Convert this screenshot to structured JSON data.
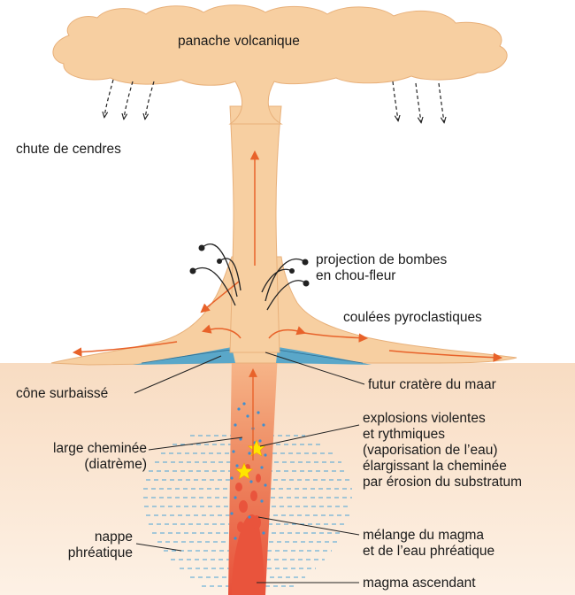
{
  "labels": {
    "plume": "panache volcanique",
    "ash_fall": "chute de cendres",
    "bombs_line1": "projection de bombes",
    "bombs_line2": "en chou-fleur",
    "pyroclastic": "coulées pyroclastiques",
    "cone": "cône surbaissé",
    "crater": "futur cratère du maar",
    "chimney_line1": "large cheminée",
    "chimney_line2": "(diatrème)",
    "explosions_line1": "explosions violentes",
    "explosions_line2": "et rythmiques",
    "explosions_line3": "(vaporisation de l’eau)",
    "explosions_line4": "élargissant la cheminée",
    "explosions_line5": "par érosion du substratum",
    "water_table_line1": "nappe",
    "water_table_line2": "phréatique",
    "mixing_line1": "mélange du magma",
    "mixing_line2": "et de l’eau phréatique",
    "magma": "magma ascendant"
  },
  "colors": {
    "plume_fill": "#f7cfa1",
    "plume_stroke": "#e8b07a",
    "ground": "#fbe6d2",
    "cone_blue": "#5aa7c9",
    "flow_arrow": "#e8622a",
    "magma": "#e8654a",
    "water_dash": "#4aa3d6",
    "star": "#ffe600"
  }
}
